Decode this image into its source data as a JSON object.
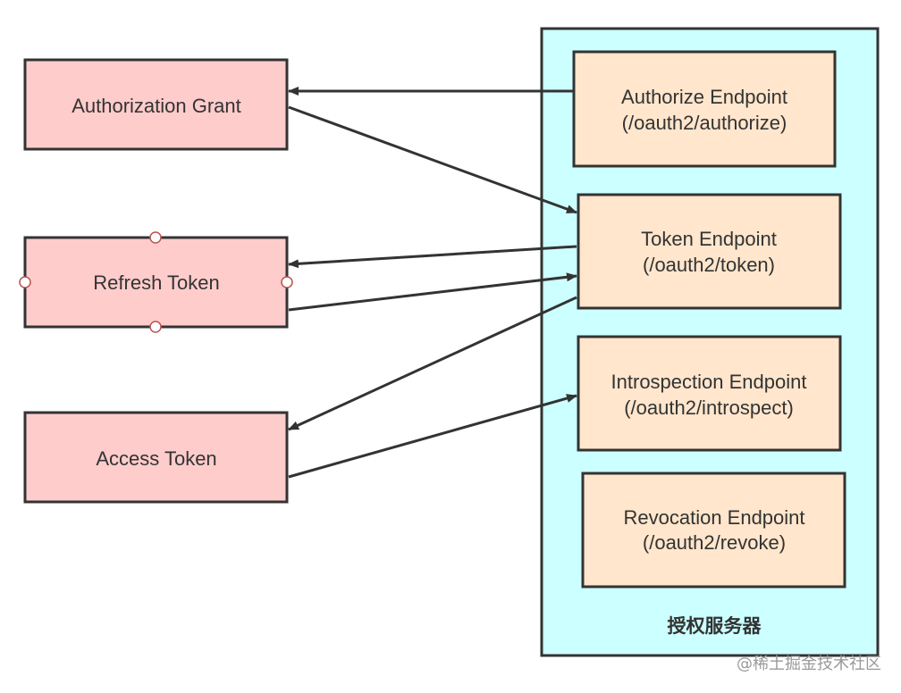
{
  "client_items": {
    "authorization_grant": "Authorization Grant",
    "refresh_token": "Refresh Token",
    "access_token": "Access Token"
  },
  "server": {
    "group_label": "授权服务器",
    "authorize_endpoint": {
      "name": "Authorize Endpoint",
      "path": "(/oauth2/authorize)"
    },
    "token_endpoint": {
      "name": "Token Endpoint",
      "path": "(/oauth2/token)"
    },
    "introspection_endpoint": {
      "name": "Introspection Endpoint",
      "path": "(/oauth2/introspect)"
    },
    "revocation_endpoint": {
      "name": "Revocation Endpoint",
      "path": "(/oauth2/revoke)"
    }
  },
  "watermark": "@稀土掘金技术社区",
  "colors": {
    "client_fill": "#ffcccc",
    "endpoint_fill": "#ffe6cc",
    "server_fill": "#ccffff",
    "stroke": "#333333"
  }
}
